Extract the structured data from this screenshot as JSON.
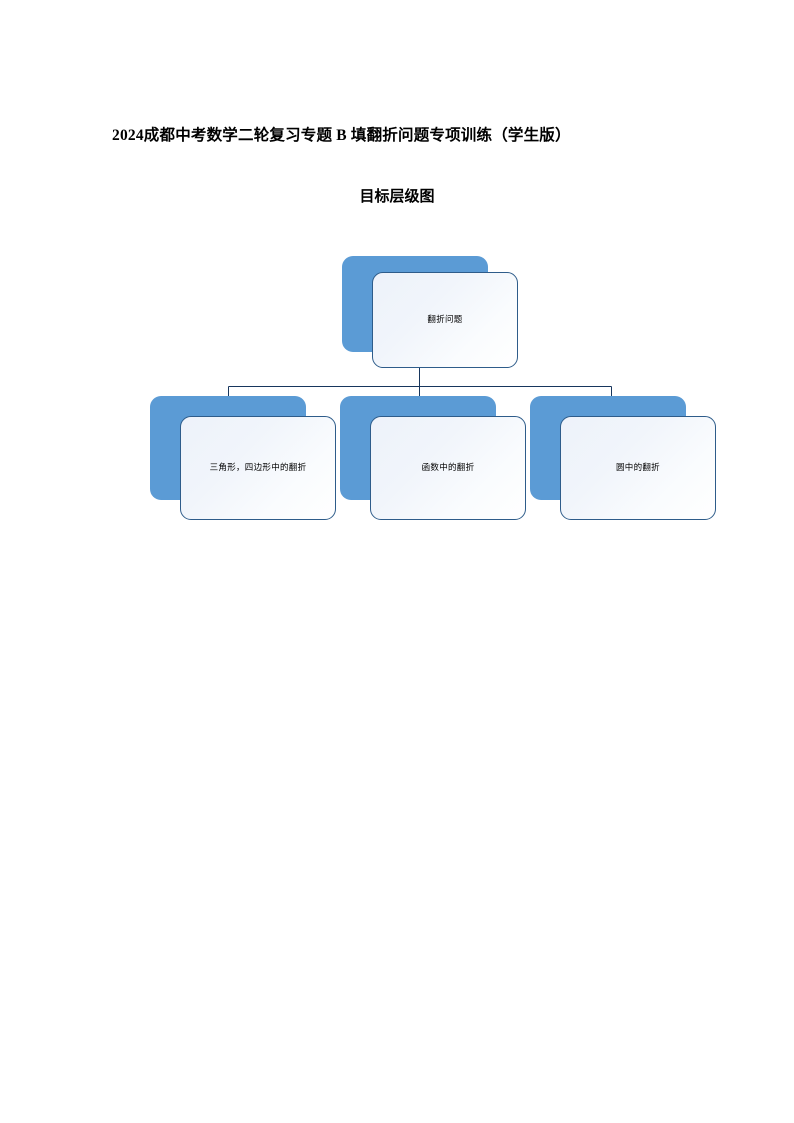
{
  "document": {
    "title": "2024成都中考数学二轮复习专题 B 填翻折问题专项训练（学生版）",
    "subtitle": "目标层级图"
  },
  "colors": {
    "node_shadow_blue": "#5B9BD5",
    "node_face_light": "#EDF2FA",
    "node_border": "#2E5C8A",
    "connector_line": "#17365D",
    "text": "#000000",
    "page_background": "#FFFFFF"
  },
  "diagram": {
    "type": "hierarchy",
    "title": "目标层级图",
    "root": {
      "label": "翻折问题"
    },
    "children": [
      {
        "label": "三角形，四边形中的翻折"
      },
      {
        "label": "函数中的翻折"
      },
      {
        "label": "圆中的翻折"
      }
    ]
  }
}
